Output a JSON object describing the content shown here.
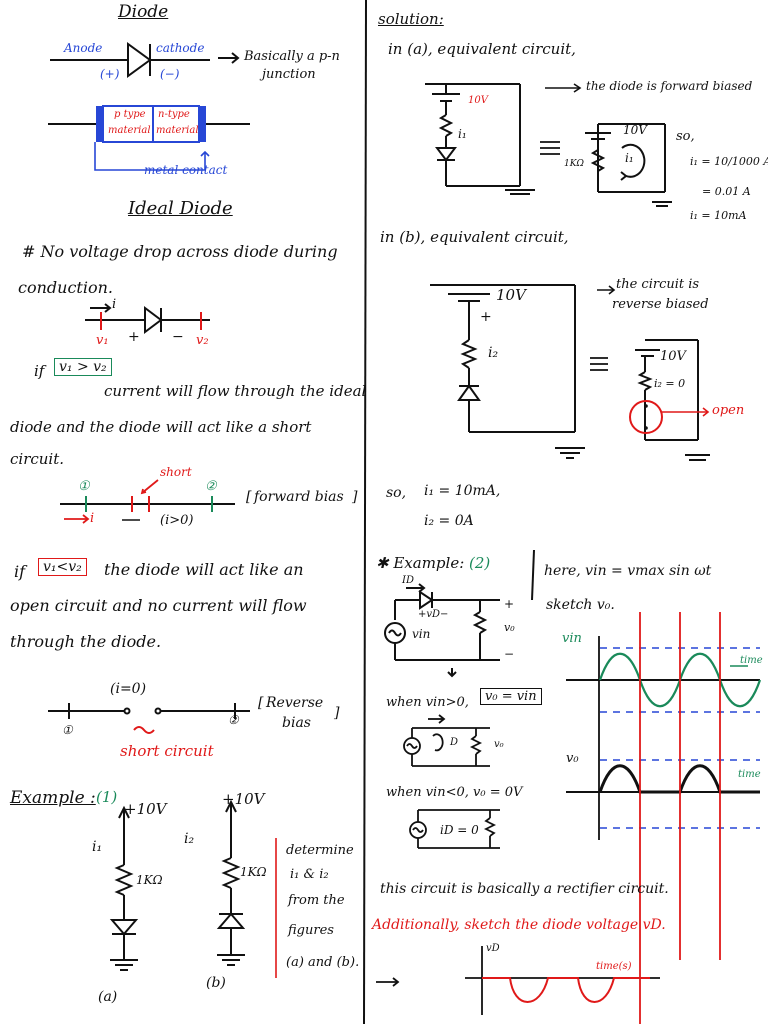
{
  "left": {
    "diode_title": "Diode",
    "anode": "Anode",
    "cathode": "cathode",
    "plus": "(+)",
    "minus": "(−)",
    "pn_note_1": "Basically a p-n",
    "pn_note_2": "junction",
    "ptype_1": "p type",
    "ptype_2": "material",
    "ntype_1": "n-type",
    "ntype_2": "material",
    "metal_contact": "metal contact",
    "ideal_title": "Ideal Diode",
    "ideal_line1": "# No voltage drop across diode during",
    "ideal_line2": "conduction.",
    "i_label": "i",
    "v1": "v₁",
    "v2": "v₂",
    "if_word": "if",
    "cond_fwd": "v₁ > v₂",
    "fwd_text1": "current will flow through the ideal",
    "fwd_text2": "diode and the diode will act like a short",
    "fwd_text3": "circuit.",
    "node1": "①",
    "node2": "②",
    "short_lbl": "short",
    "i_gt0": "(i>0)",
    "fwd_bias": "forward bias",
    "cond_rev": "v₁<v₂",
    "rev_text1": "the diode will act like an",
    "rev_text2": "open circuit and no current will flow",
    "rev_text3": "through the diode.",
    "i_eq0": "(i=0)",
    "rev_bias_1": "Reverse",
    "rev_bias_2": "bias",
    "short_circuit": "short circuit",
    "example_title": "Example :",
    "example_num": "(1)",
    "plus10v": "+10V",
    "i1": "i₁",
    "i2": "i₂",
    "r1k": "1KΩ",
    "det_1": "determine",
    "det_2": "i₁ & i₂",
    "det_3": "from the",
    "det_4": "figures",
    "det_5": "(a) and (b).",
    "cap_a": "(a)",
    "cap_b": "(b)"
  },
  "right": {
    "solution": "solution:",
    "in_a": "in (a), equivalent circuit,",
    "fwd_note": "the diode is forward biased",
    "v10": "10V",
    "i1": "i₁",
    "r1k": "1KΩ",
    "so": "so,",
    "calc1": "i₁ = 10/1000 A",
    "calc2": "= 0.01 A",
    "calc3": "i₁ = 10mA",
    "in_b": "in (b), equivalent circuit,",
    "rev_note1": "the circuit is",
    "rev_note2": "reverse biased",
    "v10b": "10V",
    "i2": "i₂",
    "i2_zero": "i₂ = 0",
    "open": "open",
    "so2": "so,",
    "res1": "i₁ = 10mA,",
    "res2": "i₂ = 0A",
    "ex2_title": "Example:",
    "ex2_num": "(2)",
    "here": "here, vin = vmax sin ωt",
    "sketch": "sketch v₀.",
    "id_lbl": "ID",
    "vd_lbl": "+vD−",
    "vin": "vin",
    "vo": "v₀",
    "plus": "+",
    "minus": "−",
    "when_pos": "when vin>0,",
    "vo_eq_vin": "v₀ = vin",
    "when_neg": "when vin<0, v₀ = 0V",
    "id_zero": "iD = 0",
    "vin_axis": "vin",
    "vo_axis": "v₀",
    "time": "time",
    "rectifier": "this circuit is basically a rectifier circuit.",
    "additionally": "Additionally, sketch the diode voltage vD.",
    "vd_axis": "vD",
    "time_s": "time(s)"
  }
}
